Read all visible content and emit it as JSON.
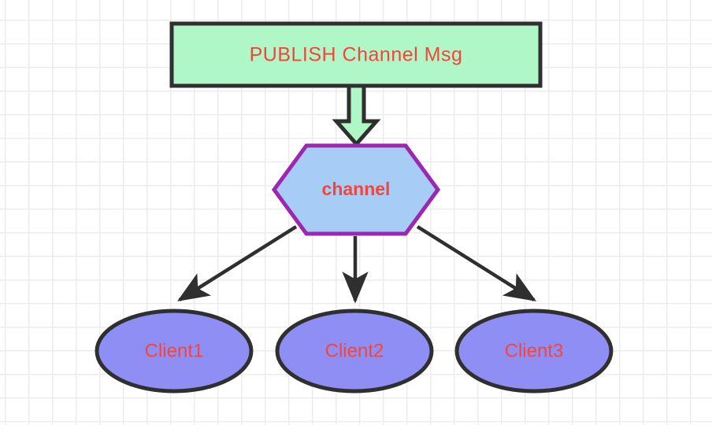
{
  "diagram": {
    "title": "Redis PUBLISH to channel subscribers",
    "background": {
      "color": "#ffffff",
      "grid_color": "#ececec",
      "grid_size": 30
    },
    "palette": {
      "text_red": "#f4453a",
      "mint_green": "#b0f7c8",
      "light_blue": "#a7cdf7",
      "periwinkle": "#8f8ef5",
      "purple_border": "#9c27b0",
      "dark_outline": "#2f2f2f"
    },
    "nodes": {
      "command_box": {
        "label": "PUBLISH  Channel  Msg",
        "shape": "rectangle",
        "fill": "#b0f7c8",
        "stroke": "#2f2f2f"
      },
      "channel": {
        "label": "channel",
        "shape": "hexagon",
        "fill": "#a7cdf7",
        "stroke": "#9c27b0"
      },
      "clients": [
        {
          "label": "Client1",
          "shape": "ellipse",
          "fill": "#8f8ef5",
          "stroke": "#2f2f2f"
        },
        {
          "label": "Client2",
          "shape": "ellipse",
          "fill": "#8f8ef5",
          "stroke": "#2f2f2f"
        },
        {
          "label": "Client3",
          "shape": "ellipse",
          "fill": "#8f8ef5",
          "stroke": "#2f2f2f"
        }
      ]
    },
    "edges": [
      {
        "name": "publish-to-channel",
        "from": "command_box",
        "to": "channel",
        "style": "block-arrow"
      },
      {
        "name": "channel-to-client1",
        "from": "channel",
        "to": "Client1",
        "style": "line-arrow"
      },
      {
        "name": "channel-to-client2",
        "from": "channel",
        "to": "Client2",
        "style": "line-arrow"
      },
      {
        "name": "channel-to-client3",
        "from": "channel",
        "to": "Client3",
        "style": "line-arrow"
      }
    ]
  }
}
